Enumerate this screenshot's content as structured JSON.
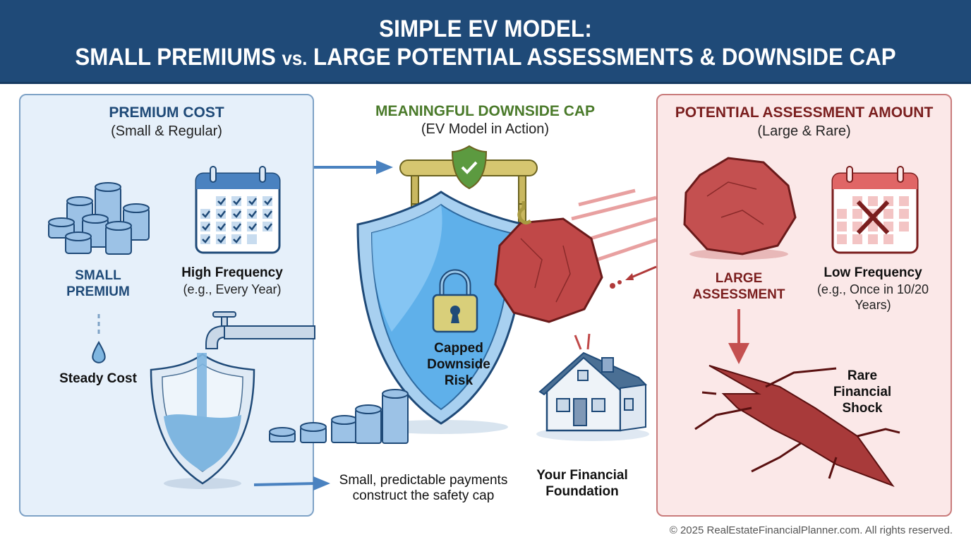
{
  "header": {
    "title_line1": "SIMPLE EV MODEL:",
    "title_line2_a": "SMALL PREMIUMS ",
    "title_line2_vs": "vs.",
    "title_line2_b": " LARGE POTENTIAL ASSESSMENTS & DOWNSIDE CAP"
  },
  "left_panel": {
    "title": "PREMIUM COST",
    "subtitle": "(Small & Regular)",
    "coins_label_1": "SMALL",
    "coins_label_2": "PREMIUM",
    "frequency_title": "High Frequency",
    "frequency_sub": "(e.g., Every Year)",
    "drop_label": "Steady Cost",
    "color": "#1f4a78"
  },
  "center_panel": {
    "title": "MEANINGFUL DOWNSIDE CAP",
    "subtitle": "(EV Model in Action)",
    "shield_label_1": "Capped",
    "shield_label_2": "Downside",
    "shield_label_3": "Risk",
    "caption_1": "Small, predictable payments",
    "caption_2": "construct the safety cap",
    "house_label_1": "Your Financial",
    "house_label_2": "Foundation",
    "color": "#4a7a2a"
  },
  "right_panel": {
    "title": "POTENTIAL ASSESSMENT AMOUNT",
    "subtitle": "(Large & Rare)",
    "rock_label_1": "LARGE",
    "rock_label_2": "ASSESSMENT",
    "frequency_title": "Low Frequency",
    "frequency_sub_1": "(e.g., Once in 10/20",
    "frequency_sub_2": "Years)",
    "shock_label_1": "Rare",
    "shock_label_2": "Financial",
    "shock_label_3": "Shock",
    "color": "#7a1e1e"
  },
  "footer": {
    "copyright": "© 2025 RealEstateFinancialPlanner.com. All rights reserved."
  }
}
